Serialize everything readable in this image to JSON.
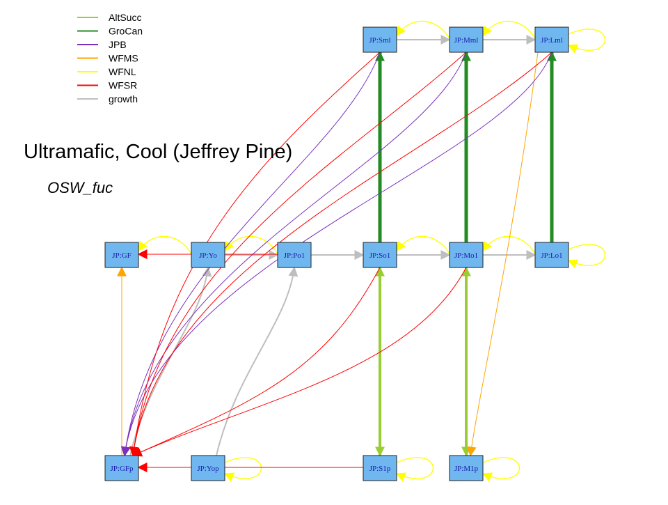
{
  "title": "Ultramafic, Cool (Jeffrey Pine)",
  "subtitle": "OSW_fuc",
  "legend": [
    {
      "label": "AltSucc",
      "color": "#9acd32"
    },
    {
      "label": "GroCan",
      "color": "#228b22"
    },
    {
      "label": "JPB",
      "color": "#7b2fbe"
    },
    {
      "label": "WFMS",
      "color": "#ffa500"
    },
    {
      "label": "WFNL",
      "color": "#ffff00"
    },
    {
      "label": "WFSR",
      "color": "#ff0000"
    },
    {
      "label": "growth",
      "color": "#bebebe"
    }
  ],
  "nodes": [
    {
      "id": "JP:Sml"
    },
    {
      "id": "JP:Mml"
    },
    {
      "id": "JP:Lml"
    },
    {
      "id": "JP:GF"
    },
    {
      "id": "JP:Yo"
    },
    {
      "id": "JP:Po1"
    },
    {
      "id": "JP:So1"
    },
    {
      "id": "JP:Mo1"
    },
    {
      "id": "JP:Lo1"
    },
    {
      "id": "JP:GFp"
    },
    {
      "id": "JP:Yop"
    },
    {
      "id": "JP:S1p"
    },
    {
      "id": "JP:M1p"
    }
  ],
  "edges": [
    {
      "from": "JP:Sml",
      "to": "JP:Mml",
      "type": "growth"
    },
    {
      "from": "JP:Mml",
      "to": "JP:Lml",
      "type": "growth"
    },
    {
      "from": "JP:Yo",
      "to": "JP:Po1",
      "type": "growth"
    },
    {
      "from": "JP:Po1",
      "to": "JP:So1",
      "type": "growth"
    },
    {
      "from": "JP:So1",
      "to": "JP:Mo1",
      "type": "growth"
    },
    {
      "from": "JP:Mo1",
      "to": "JP:Lo1",
      "type": "growth"
    },
    {
      "from": "JP:GFp",
      "to": "JP:Yo",
      "type": "growth"
    },
    {
      "from": "JP:Yop",
      "to": "JP:Po1",
      "type": "growth"
    },
    {
      "from": "JP:So1",
      "to": "JP:Sml",
      "type": "GroCan"
    },
    {
      "from": "JP:Mo1",
      "to": "JP:Mml",
      "type": "GroCan"
    },
    {
      "from": "JP:Lo1",
      "to": "JP:Lml",
      "type": "GroCan"
    },
    {
      "from": "JP:So1",
      "to": "JP:S1p",
      "type": "AltSucc"
    },
    {
      "from": "JP:S1p",
      "to": "JP:So1",
      "type": "AltSucc"
    },
    {
      "from": "JP:Mo1",
      "to": "JP:M1p",
      "type": "AltSucc"
    },
    {
      "from": "JP:M1p",
      "to": "JP:Mo1",
      "type": "AltSucc"
    },
    {
      "from": "JP:GFp",
      "to": "JP:GF",
      "type": "WFMS"
    },
    {
      "from": "JP:Lml",
      "to": "JP:M1p",
      "type": "WFMS"
    },
    {
      "from": "JP:Sml",
      "to": "JP:GFp",
      "type": "JPB"
    },
    {
      "from": "JP:Mml",
      "to": "JP:GFp",
      "type": "JPB"
    },
    {
      "from": "JP:Lml",
      "to": "JP:GFp",
      "type": "JPB"
    },
    {
      "from": "JP:Yo",
      "to": "JP:GF",
      "type": "WFSR"
    },
    {
      "from": "JP:Po1",
      "to": "JP:GF",
      "type": "WFSR"
    },
    {
      "from": "JP:Sml",
      "to": "JP:GFp",
      "type": "WFSR"
    },
    {
      "from": "JP:Mml",
      "to": "JP:GFp",
      "type": "WFSR"
    },
    {
      "from": "JP:Lml",
      "to": "JP:GFp",
      "type": "WFSR"
    },
    {
      "from": "JP:So1",
      "to": "JP:GFp",
      "type": "WFSR"
    },
    {
      "from": "JP:Mo1",
      "to": "JP:GFp",
      "type": "WFSR"
    },
    {
      "from": "JP:Yop",
      "to": "JP:GFp",
      "type": "WFSR"
    },
    {
      "from": "JP:S1p",
      "to": "JP:GFp",
      "type": "WFSR"
    },
    {
      "from": "JP:Mml",
      "to": "JP:Sml",
      "type": "WFNL"
    },
    {
      "from": "JP:Lml",
      "to": "JP:Mml",
      "type": "WFNL"
    },
    {
      "from": "JP:Lml",
      "to": "JP:Lml",
      "type": "WFNL"
    },
    {
      "from": "JP:Yo",
      "to": "JP:GF",
      "type": "WFNL"
    },
    {
      "from": "JP:Po1",
      "to": "JP:Yo",
      "type": "WFNL"
    },
    {
      "from": "JP:Mo1",
      "to": "JP:So1",
      "type": "WFNL"
    },
    {
      "from": "JP:Lo1",
      "to": "JP:Mo1",
      "type": "WFNL"
    },
    {
      "from": "JP:Lo1",
      "to": "JP:Lo1",
      "type": "WFNL"
    },
    {
      "from": "JP:Yop",
      "to": "JP:Yop",
      "type": "WFNL"
    },
    {
      "from": "JP:S1p",
      "to": "JP:S1p",
      "type": "WFNL"
    },
    {
      "from": "JP:M1p",
      "to": "JP:M1p",
      "type": "WFNL"
    }
  ]
}
